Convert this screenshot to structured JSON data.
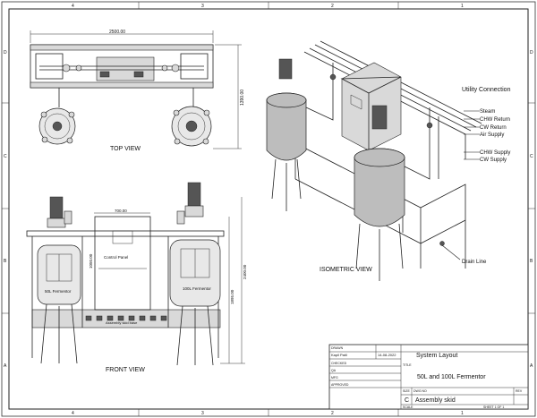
{
  "border": {
    "col_top": [
      "4",
      "3",
      "2",
      "1"
    ],
    "col_bottom": [
      "4",
      "3",
      "2",
      "1"
    ],
    "row_left": [
      "D",
      "C",
      "B",
      "A"
    ],
    "row_right": [
      "D",
      "C",
      "B",
      "A"
    ]
  },
  "views": {
    "top_label": "TOP VIEW",
    "front_label": "FRONT VIEW",
    "iso_label": "ISOMETRIC VIEW"
  },
  "dims": {
    "top_width": "2500.00",
    "top_depth": "1390.00",
    "front_panel_width": "700.00",
    "front_panel_height": "1050.00",
    "front_height_a": "1895.00",
    "front_height_b": "2400.00"
  },
  "front": {
    "control_panel": "Control Panel",
    "tank_left": "50L Fermentor",
    "tank_right": "100L Fermentor",
    "skid_text": "Assembly skid base"
  },
  "utility": {
    "title": "Utility Connection",
    "items": [
      "Steam",
      "CHW Return",
      "CW Return",
      "Air Supply",
      "CHW Supply",
      "CW Supply"
    ],
    "drain": "Drain Line"
  },
  "title_block": {
    "drawn_label": "DRAWN",
    "drawn_name": "Kapil Patil",
    "drawn_date": "14-08-2022",
    "checked_label": "CHECKED",
    "qa_label": "QA",
    "mfg_label": "MFG",
    "approved_label": "APPROVED",
    "title_label": "TITLE",
    "heading": "System Layout",
    "subtitle": "50L and 100L Fermentor",
    "size_label": "SIZE",
    "size_value": "C",
    "dwg_label": "DWG NO",
    "dwg_value": "Assembly skid",
    "rev_label": "REV",
    "scale_label": "SCALE",
    "sheet_text": "SHEET 1  OF 1"
  }
}
